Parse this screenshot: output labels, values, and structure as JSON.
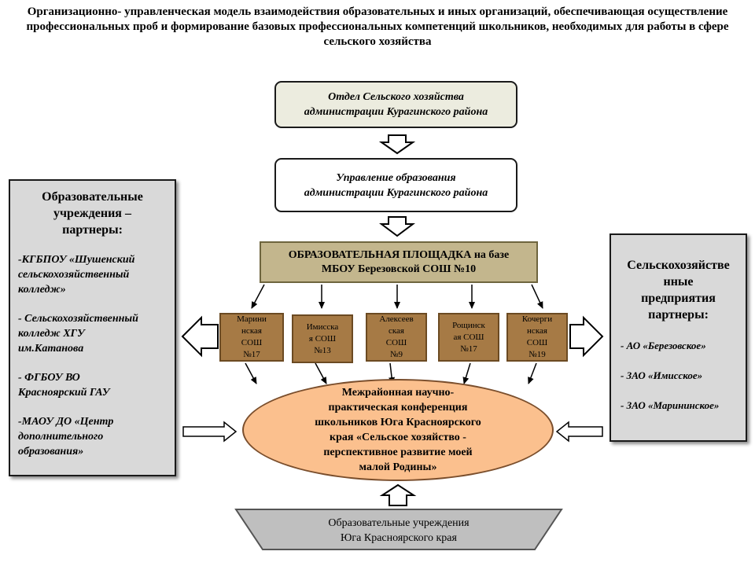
{
  "title": "Организационно- управленческая модель взаимодействия образовательных  и иных организаций, обеспечивающая осуществление профессиональных проб и формирование базовых профессиональных компетенций школьников, необходимых для работы в сфере сельского хозяйства",
  "top_box": {
    "line1": "Отдел Сельского хозяйства",
    "line2": "администрации Курагинского района"
  },
  "second_box": {
    "line1": "Управление образования",
    "line2": "администрации Курагинского района"
  },
  "platform": {
    "line1": "ОБРАЗОВАТЕЛЬНАЯ  ПЛОЩАДКА на базе",
    "line2": "МБОУ Березовской СОШ №10"
  },
  "schools": [
    {
      "line1": "Марини",
      "line2": "нская",
      "line3": "СОШ",
      "line4": "№17"
    },
    {
      "line1": "Имисска",
      "line2": "я СОШ",
      "line3": "№13",
      "line4": ""
    },
    {
      "line1": "Алексеев",
      "line2": "ская",
      "line3": "СОШ",
      "line4": "№9"
    },
    {
      "line1": "Рощинск",
      "line2": "ая СОШ",
      "line3": "№17",
      "line4": ""
    },
    {
      "line1": "Кочерги",
      "line2": "нская",
      "line3": "СОШ",
      "line4": "№19"
    }
  ],
  "left_panel": {
    "heading_l1": "Образовательные",
    "heading_l2": "учреждения –",
    "heading_l3": "партнеры:",
    "items": [
      {
        "l1": "-КГБПОУ «Шушенский",
        "l2": "сельскохозяйственный",
        "l3": "колледж»"
      },
      {
        "l1": "- Сельскохозяйственный",
        "l2": "колледж ХГУ",
        "l3": "им.Катанова"
      },
      {
        "l1": "- ФГБОУ ВО",
        "l2": "Красноярский ГАУ",
        "l3": ""
      },
      {
        "l1": "-МАОУ ДО «Центр",
        "l2": "дополнительного",
        "l3": "образования»"
      }
    ]
  },
  "right_panel": {
    "heading_l1": "Сельскохозяйстве",
    "heading_l2": "нные",
    "heading_l3": "предприятия",
    "heading_l4": "партнеры:",
    "items": [
      "-    АО «Березовское»",
      "-    ЗАО «Имисское»",
      "- ЗАО «Марининское»"
    ]
  },
  "conference": {
    "line1": "Межрайонная научно-",
    "line2": "практическая конференция",
    "line3": "школьников Юга Красноярского",
    "line4": "края «Сельское хозяйство -",
    "line5": "перспективное развитие моей",
    "line6": "малой Родины»"
  },
  "bottom": {
    "line1": "Образовательные учреждения",
    "line2": "Юга Красноярского края"
  },
  "colors": {
    "platform_fill": "#c3b68d",
    "school_fill": "#a67a45",
    "conference_fill": "#fbc08e",
    "panel_fill": "#d9d9d9",
    "top_box_fill": "#ececdf",
    "bottom_fill": "#bfbfbf"
  }
}
